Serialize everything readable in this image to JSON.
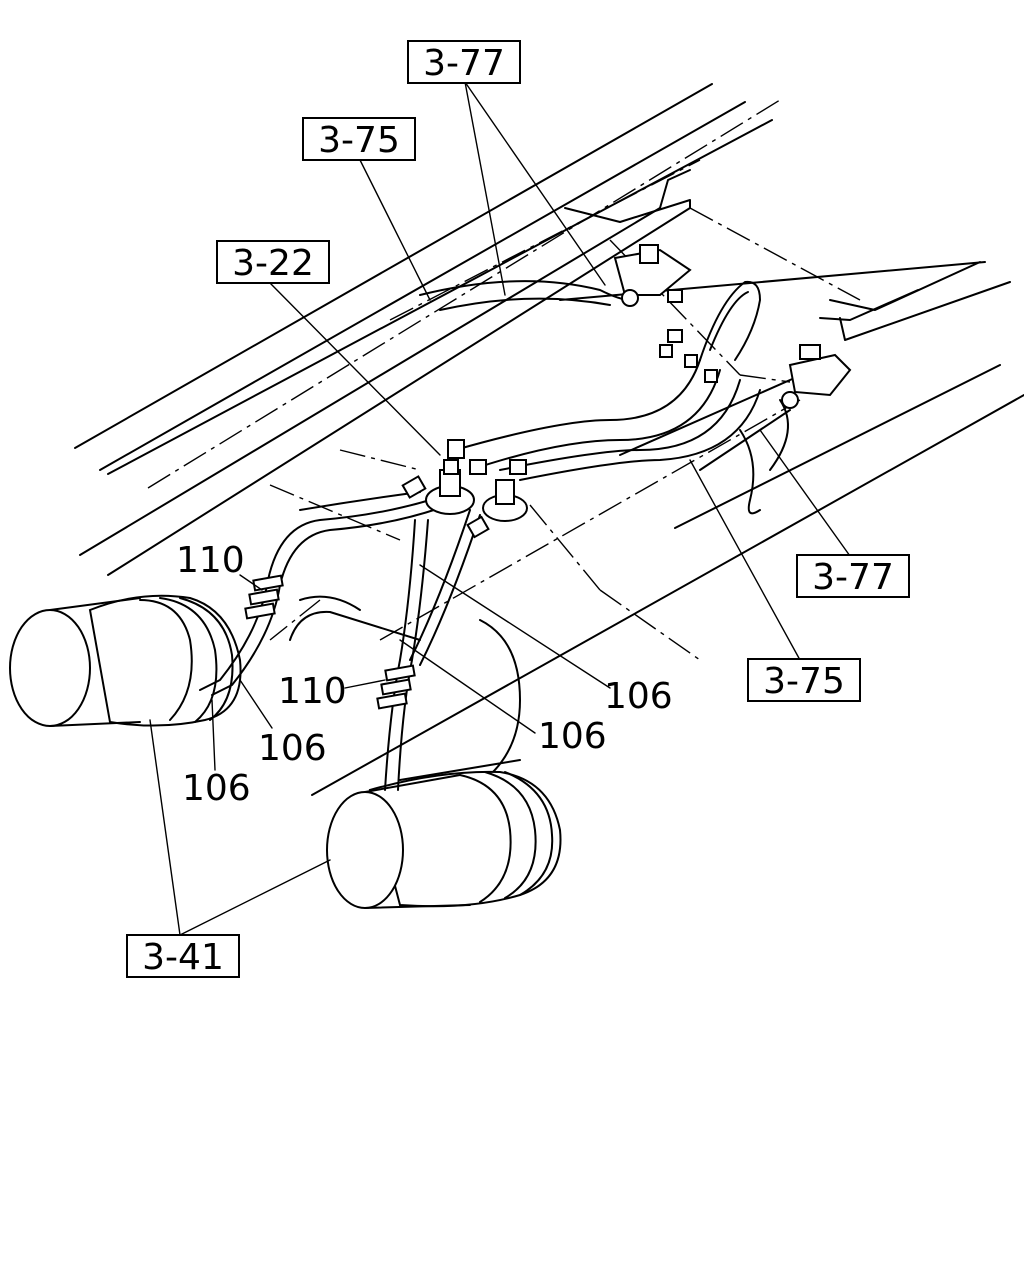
{
  "callouts": {
    "ref_3_77_top": "3-77",
    "ref_3_75_top": "3-75",
    "ref_3_22": "3-22",
    "ref_3_77_right": "3-77",
    "ref_3_75_right": "3-75",
    "ref_3_41": "3-41"
  },
  "part_numbers": {
    "p110_left": "110",
    "p110_center": "110",
    "p106_a": "106",
    "p106_b": "106",
    "p106_c": "106",
    "p106_d": "106"
  }
}
